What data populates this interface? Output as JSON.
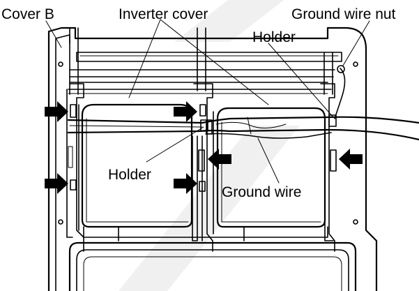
{
  "labels": {
    "cover_b": "Cover B",
    "inverter_cover": "Inverter cover",
    "ground_wire_nut": "Ground wire nut",
    "holder_top": "Holder",
    "holder_left": "Holder",
    "ground_wire": "Ground wire"
  },
  "colors": {
    "line": "#000000",
    "background": "#ffffff",
    "watermark": "#eeeeee"
  }
}
